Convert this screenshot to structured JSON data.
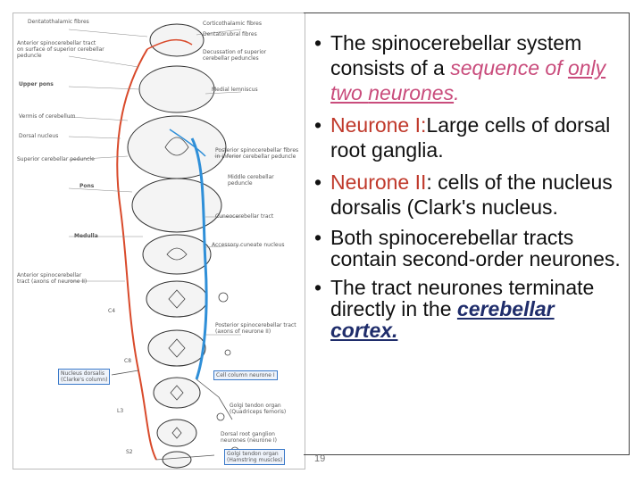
{
  "diagram": {
    "labels": {
      "dentatothalamic": "Dentatothalamic fibres",
      "corticothalamic": "Corticothalamic fibres",
      "dentatorubral": "Dentatorubral fibres",
      "anterior_tract": "Anterior spinocerebellar tract",
      "on_surface": "on surface of superior cerebellar",
      "peduncle": "peduncle",
      "decussation": "Decussation of superior",
      "cerebellar_peduncles": "cerebellar peduncles",
      "upper_pons": "Upper pons",
      "medial_lemniscus": "Medial lemniscus",
      "vermis": "Vermis of cerebellum",
      "dorsal_nucleus": "Dorsal nucleus",
      "superior_peduncle": "Superior cerebellar peduncle",
      "posterior_fibres": "Posterior spinocerebellar fibres",
      "in_inferior_peduncle": "in inferior cerebellar peduncle",
      "pons": "Pons",
      "middle_peduncle": "Middle cerebellar",
      "middle_peduncle2": "peduncle",
      "cuneocerebellar": "Cuneocerebellar tract",
      "medulla": "Medulla",
      "accessory_cuneate": "Accessory cuneate nucleus",
      "anterior_neurone": "Anterior spinocerebellar",
      "anterior_neurone2": "tract (axons of neurone II)",
      "c4": "C4",
      "posterior_tract": "Posterior spinocerebellar tract",
      "posterior_tract2": "(axons of neurone II)",
      "c8": "C8",
      "nucleus_dorsalis": "Nucleus dorsalis",
      "clarkes_column": "(Clarke's column)",
      "cell_column": "Cell column neurone I",
      "l3": "L3",
      "golgi_quad": "Golgi tendon organ",
      "golgi_quad2": "(Quadriceps femoris)",
      "dorsal_root": "Dorsal root ganglion",
      "dorsal_root2": "neurones (neurone I)",
      "s2": "S2",
      "golgi_ham": "Golgi tendon organ",
      "golgi_ham2": "(Hamstring muscles)"
    }
  },
  "bullets": [
    {
      "pre": "The spinocerebellar system consists of a ",
      "em": "sequence of ",
      "em_u": "only two ",
      "post": "neurones",
      "dot": "."
    },
    {
      "red": "Neurone I:",
      "text": "Large cells of dorsal root ganglia."
    },
    {
      "red": "Neurone II",
      "text": ": cells of the nucleus dorsalis (Clark's nucleus."
    },
    {
      "text": "Both spinocerebellar tracts contain second-order neurones."
    },
    {
      "text": "The tract neurones terminate directly in the ",
      "emphasis": "cerebellar cortex."
    }
  ],
  "page_number": "19"
}
